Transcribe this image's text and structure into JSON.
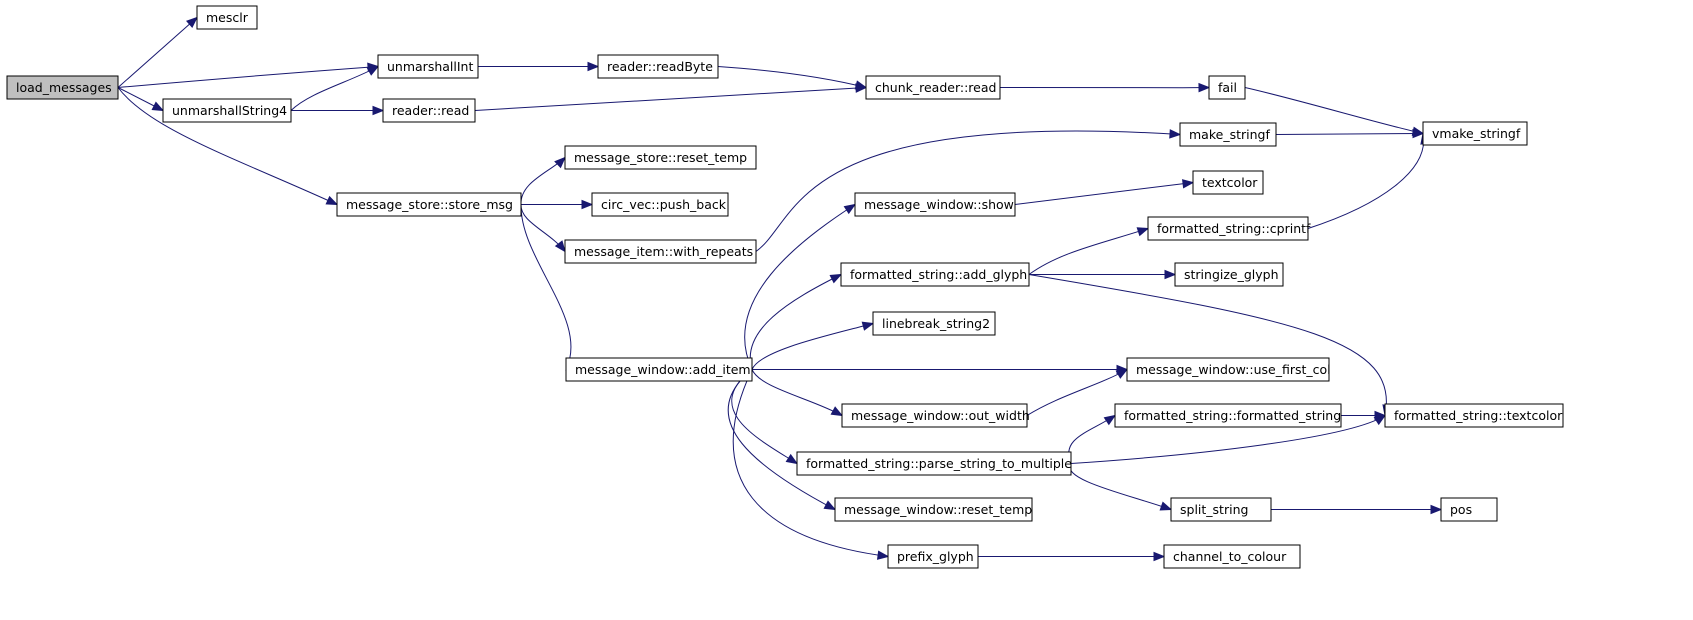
{
  "graph": {
    "root": "load_messages",
    "nodes": [
      {
        "id": "load_messages",
        "label": "load_messages"
      },
      {
        "id": "mesclr",
        "label": "mesclr"
      },
      {
        "id": "unmarshallInt",
        "label": "unmarshallInt"
      },
      {
        "id": "unmarshallString4",
        "label": "unmarshallString4"
      },
      {
        "id": "reader_readByte",
        "label": "reader::readByte"
      },
      {
        "id": "reader_read",
        "label": "reader::read"
      },
      {
        "id": "chunk_reader_read",
        "label": "chunk_reader::read"
      },
      {
        "id": "fail",
        "label": "fail"
      },
      {
        "id": "vmake_stringf",
        "label": "vmake_stringf"
      },
      {
        "id": "make_stringf",
        "label": "make_stringf"
      },
      {
        "id": "message_store_reset_temp",
        "label": "message_store::reset_temp"
      },
      {
        "id": "message_store_store_msg",
        "label": "message_store::store_msg"
      },
      {
        "id": "circ_vec_push_back",
        "label": "circ_vec::push_back"
      },
      {
        "id": "message_item_with_repeats",
        "label": "message_item::with_repeats"
      },
      {
        "id": "message_window_show",
        "label": "message_window::show"
      },
      {
        "id": "textcolor",
        "label": "textcolor"
      },
      {
        "id": "formatted_string_cprintf",
        "label": "formatted_string::cprintf"
      },
      {
        "id": "formatted_string_add_glyph",
        "label": "formatted_string::add_glyph"
      },
      {
        "id": "stringize_glyph",
        "label": "stringize_glyph"
      },
      {
        "id": "linebreak_string2",
        "label": "linebreak_string2"
      },
      {
        "id": "message_window_add_item",
        "label": "message_window::add_item"
      },
      {
        "id": "message_window_use_first_col",
        "label": "message_window::use_first_col"
      },
      {
        "id": "message_window_out_width",
        "label": "message_window::out_width"
      },
      {
        "id": "formatted_string_formatted_string",
        "label": "formatted_string::formatted_string"
      },
      {
        "id": "formatted_string_textcolor",
        "label": "formatted_string::textcolor"
      },
      {
        "id": "formatted_string_parse_string_to_multiple",
        "label": "formatted_string::parse_string_to_multiple"
      },
      {
        "id": "message_window_reset_temp",
        "label": "message_window::reset_temp"
      },
      {
        "id": "split_string",
        "label": "split_string"
      },
      {
        "id": "pos",
        "label": "pos"
      },
      {
        "id": "prefix_glyph",
        "label": "prefix_glyph"
      },
      {
        "id": "channel_to_colour",
        "label": "channel_to_colour"
      }
    ],
    "edges": [
      [
        "load_messages",
        "mesclr"
      ],
      [
        "load_messages",
        "unmarshallInt"
      ],
      [
        "load_messages",
        "unmarshallString4"
      ],
      [
        "load_messages",
        "message_store_store_msg"
      ],
      [
        "unmarshallInt",
        "reader_readByte"
      ],
      [
        "unmarshallString4",
        "unmarshallInt"
      ],
      [
        "unmarshallString4",
        "reader_read"
      ],
      [
        "reader_readByte",
        "chunk_reader_read"
      ],
      [
        "reader_read",
        "chunk_reader_read"
      ],
      [
        "chunk_reader_read",
        "fail"
      ],
      [
        "fail",
        "vmake_stringf"
      ],
      [
        "make_stringf",
        "vmake_stringf"
      ],
      [
        "formatted_string_cprintf",
        "vmake_stringf"
      ],
      [
        "message_store_store_msg",
        "message_store_reset_temp"
      ],
      [
        "message_store_store_msg",
        "circ_vec_push_back"
      ],
      [
        "message_store_store_msg",
        "message_item_with_repeats"
      ],
      [
        "message_store_store_msg",
        "message_window_add_item"
      ],
      [
        "message_item_with_repeats",
        "make_stringf"
      ],
      [
        "message_window_show",
        "textcolor"
      ],
      [
        "formatted_string_add_glyph",
        "formatted_string_cprintf"
      ],
      [
        "formatted_string_add_glyph",
        "stringize_glyph"
      ],
      [
        "formatted_string_add_glyph",
        "formatted_string_textcolor"
      ],
      [
        "message_window_add_item",
        "message_window_show"
      ],
      [
        "message_window_add_item",
        "formatted_string_add_glyph"
      ],
      [
        "message_window_add_item",
        "linebreak_string2"
      ],
      [
        "message_window_add_item",
        "message_window_use_first_col"
      ],
      [
        "message_window_add_item",
        "message_window_out_width"
      ],
      [
        "message_window_add_item",
        "formatted_string_parse_string_to_multiple"
      ],
      [
        "message_window_add_item",
        "message_window_reset_temp"
      ],
      [
        "message_window_add_item",
        "prefix_glyph"
      ],
      [
        "message_window_out_width",
        "message_window_use_first_col"
      ],
      [
        "formatted_string_parse_string_to_multiple",
        "formatted_string_formatted_string"
      ],
      [
        "formatted_string_parse_string_to_multiple",
        "formatted_string_textcolor"
      ],
      [
        "formatted_string_parse_string_to_multiple",
        "split_string"
      ],
      [
        "formatted_string_formatted_string",
        "formatted_string_textcolor"
      ],
      [
        "split_string",
        "pos"
      ],
      [
        "prefix_glyph",
        "channel_to_colour"
      ]
    ]
  }
}
